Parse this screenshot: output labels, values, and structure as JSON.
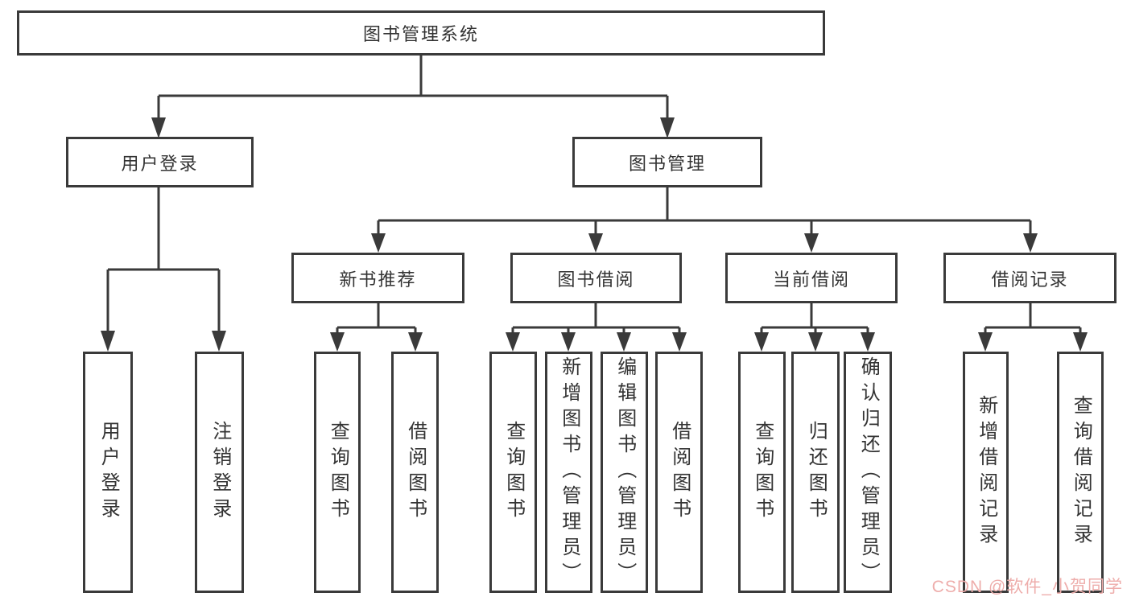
{
  "diagram": {
    "root": {
      "label": "图书管理系统"
    },
    "branches": [
      {
        "label": "用户登录",
        "children": [
          {
            "label": "用户登录"
          },
          {
            "label": "注销登录"
          }
        ]
      },
      {
        "label": "图书管理",
        "children": [
          {
            "label": "新书推荐",
            "children": [
              {
                "label": "查询图书"
              },
              {
                "label": "借阅图书"
              }
            ]
          },
          {
            "label": "图书借阅",
            "children": [
              {
                "label": "查询图书"
              },
              {
                "label": "新增图书（管理员）"
              },
              {
                "label": "编辑图书（管理员）"
              },
              {
                "label": "借阅图书"
              }
            ]
          },
          {
            "label": "当前借阅",
            "children": [
              {
                "label": "查询图书"
              },
              {
                "label": "归还图书"
              },
              {
                "label": "确认归还（管理员）"
              }
            ]
          },
          {
            "label": "借阅记录",
            "children": [
              {
                "label": "新增借阅记录"
              },
              {
                "label": "查询借阅记录"
              }
            ]
          }
        ]
      }
    ]
  },
  "watermark": {
    "text": "CSDN @软件_小贺同学"
  },
  "colors": {
    "line": "#3a3a3a",
    "text": "#333333",
    "node_fill": "#ffffff",
    "background": "#ffffff",
    "watermark": "#eeadab"
  }
}
